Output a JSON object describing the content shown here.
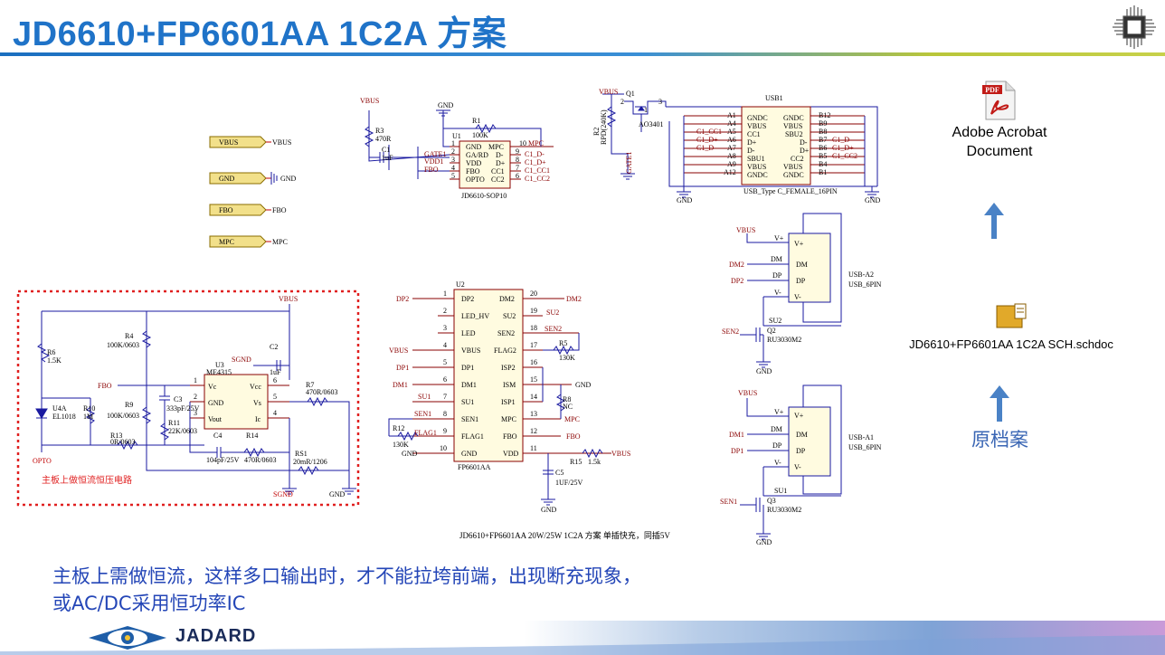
{
  "title": "JD6610+FP6601AA  1C2A 方案",
  "files": {
    "pdf_label_line1": "Adobe Acrobat",
    "pdf_label_line2": "Document",
    "pdf_badge": "PDF",
    "schdoc_label": "JD6610+FP6601AA 1C2A SCH.schdoc",
    "source_label": "原档案"
  },
  "note": {
    "line1": "主板上需做恒流，这样多口输出时，才不能拉垮前端，出现断充现象，",
    "line2": "或AC/DC采用恒功率IC"
  },
  "brand": "JADARD",
  "colors": {
    "title_blue": "#1f73c8",
    "wire_blue": "#1a1aa0",
    "net_red": "#c00000",
    "label_fill": "#f2e08a",
    "note_blue": "#2446b7"
  },
  "schematic": {
    "net_labels": [
      "VBUS",
      "GND",
      "FBO",
      "MPC"
    ],
    "caption": "JD6610+FP6601AA 20W/25W 1C2A 方案 单插快充，同插5V",
    "cc_box_note": "主板上做恒流恒压电路",
    "u1": {
      "ref": "U1",
      "part": "JD6610-SOP10",
      "left_pins": [
        {
          "num": "1",
          "name": "GND"
        },
        {
          "num": "2",
          "name": "GA/RD"
        },
        {
          "num": "3",
          "name": "VDD"
        },
        {
          "num": "4",
          "name": "FBO"
        },
        {
          "num": "5",
          "name": "OPTO"
        }
      ],
      "right_pins": [
        {
          "num": "10",
          "name": "MPC"
        },
        {
          "num": "9",
          "name": "D-"
        },
        {
          "num": "8",
          "name": "D+"
        },
        {
          "num": "7",
          "name": "CC1"
        },
        {
          "num": "6",
          "name": "CC2"
        }
      ],
      "left_nets": [
        "",
        "GATE1",
        "VDD1",
        "FBO",
        ""
      ],
      "right_nets": [
        "MPC",
        "C1_D-",
        "C1_D+",
        "C1_CC1",
        "C1_CC2"
      ]
    },
    "u1_parts": {
      "r1": "R1",
      "r1_val": "100K",
      "r3": "R3",
      "r3_val": "470R",
      "c1": "C1",
      "c1_val": "1uF",
      "vbus": "VBUS",
      "gnd": "GND"
    },
    "usb1": {
      "ref": "USB1",
      "part": "USB_Type C_FEMALE_16PIN",
      "left_pins": [
        {
          "num": "A1",
          "name": "GNDC"
        },
        {
          "num": "A4",
          "name": "VBUS"
        },
        {
          "num": "A5",
          "name": "CC1"
        },
        {
          "num": "A6",
          "name": "D+"
        },
        {
          "num": "A7",
          "name": "D-"
        },
        {
          "num": "A8",
          "name": "SBU1"
        },
        {
          "num": "A9",
          "name": "VBUS"
        },
        {
          "num": "A12",
          "name": "GNDC"
        }
      ],
      "right_pins": [
        {
          "num": "B12",
          "name": "GNDC"
        },
        {
          "num": "B9",
          "name": "VBUS"
        },
        {
          "num": "B8",
          "name": "SBU2"
        },
        {
          "num": "B7",
          "name": "D-"
        },
        {
          "num": "B6",
          "name": "D+"
        },
        {
          "num": "B5",
          "name": "CC2"
        },
        {
          "num": "B4",
          "name": "VBUS"
        },
        {
          "num": "B1",
          "name": "GNDC"
        }
      ],
      "left_nets": [
        "",
        "",
        "C1_CC1",
        "C1_D+",
        "C1_D-",
        "",
        "",
        ""
      ],
      "right_nets": [
        "",
        "",
        "",
        "C1_D-",
        "C1_D+",
        "C1_CC2",
        "",
        ""
      ]
    },
    "q1": {
      "ref": "Q1",
      "part": "AO3401",
      "r2": "R2",
      "r2_val": "RPD(240K)",
      "gate": "GATE1",
      "vbus": "VBUS",
      "pins": [
        "2",
        "3",
        "1"
      ]
    },
    "u2": {
      "ref": "U2",
      "part": "FP6601AA",
      "left_pins": [
        {
          "num": "1",
          "name": "DP2"
        },
        {
          "num": "2",
          "name": "LED_HV"
        },
        {
          "num": "3",
          "name": "LED"
        },
        {
          "num": "4",
          "name": "VBUS"
        },
        {
          "num": "5",
          "name": "DP1"
        },
        {
          "num": "6",
          "name": "DM1"
        },
        {
          "num": "7",
          "name": "SU1"
        },
        {
          "num": "8",
          "name": "SEN1"
        },
        {
          "num": "9",
          "name": "FLAG1"
        },
        {
          "num": "10",
          "name": "GND"
        }
      ],
      "right_pins": [
        {
          "num": "20",
          "name": "DM2"
        },
        {
          "num": "19",
          "name": "SU2"
        },
        {
          "num": "18",
          "name": "SEN2"
        },
        {
          "num": "17",
          "name": "FLAG2"
        },
        {
          "num": "16",
          "name": "ISP2"
        },
        {
          "num": "15",
          "name": "ISM"
        },
        {
          "num": "14",
          "name": "ISP1"
        },
        {
          "num": "13",
          "name": "MPC"
        },
        {
          "num": "12",
          "name": "FBO"
        },
        {
          "num": "11",
          "name": "VDD"
        }
      ],
      "left_nets": [
        "DP2",
        "",
        "",
        "VBUS",
        "DP1",
        "DM1",
        "SU1",
        "SEN1",
        "",
        "GND"
      ],
      "right_nets": [
        "DM2",
        "SU2",
        "SEN2",
        "",
        "",
        "GND",
        "",
        "MPC",
        "FBO",
        "VBUS"
      ],
      "parts": {
        "r5": "R5",
        "r5_val": "130K",
        "r8": "R8",
        "r8_val": "NC",
        "r12": "R12",
        "r12_val": "130K",
        "r15": "R15",
        "r15_val": "1.5k",
        "c5": "C5",
        "c5_val": "1UF/25V",
        "flag1": "FLAG1"
      }
    },
    "cc_circuit": {
      "vbus": "VBUS",
      "sgnd": "SGND",
      "gnd": "GND",
      "opto": "OPTO",
      "fbo": "FBO",
      "r6": "R6",
      "r6_val": "1.5K",
      "r4": "R4",
      "r4_val": "100K/0603",
      "r9": "R9",
      "r9_val": "100K/0603",
      "r10": "R10",
      "r10_val": "1M",
      "r11": "R11",
      "r11_val": "22K/0603",
      "r13": "R13",
      "r13_val": "0R/0603",
      "r14": "R14",
      "r14_val": "470R/0603",
      "r7": "R7",
      "r7_val": "470R/0603",
      "rs1": "RS1",
      "rs1_val": "20mR/1206",
      "c2": "C2",
      "c2_val": "1uF",
      "c3": "C3",
      "c3_val": "333pF/25V",
      "c4": "C4",
      "c4_val": "104pF/25V",
      "u4": "U4A",
      "u4_part": "EL1018",
      "u3": "U3",
      "u3_part": "ME4315",
      "u3_left": [
        {
          "num": "1",
          "name": "Vc"
        },
        {
          "num": "2",
          "name": "GND"
        },
        {
          "num": "3",
          "name": "Vout"
        }
      ],
      "u3_right": [
        {
          "num": "6",
          "name": "Vcc"
        },
        {
          "num": "5",
          "name": "Vs"
        },
        {
          "num": "4",
          "name": "Ic"
        }
      ]
    },
    "usb_a2": {
      "ref": "USB-A2",
      "part": "USB_6PIN",
      "pins": [
        "V+",
        "DM",
        "DP",
        "V-"
      ],
      "nets": [
        "VBUS",
        "DM2",
        "DP2",
        ""
      ],
      "su": "SU2",
      "sen": "SEN2",
      "q": "Q2",
      "q_part": "RU3030M2",
      "gnd": "GND"
    },
    "usb_a1": {
      "ref": "USB-A1",
      "part": "USB_6PIN",
      "pins": [
        "V+",
        "DM",
        "DP",
        "V-"
      ],
      "nets": [
        "VBUS",
        "DM1",
        "DP1",
        ""
      ],
      "su": "SU1",
      "sen": "SEN1",
      "q": "Q3",
      "q_part": "RU3030M2",
      "gnd": "GND"
    }
  }
}
